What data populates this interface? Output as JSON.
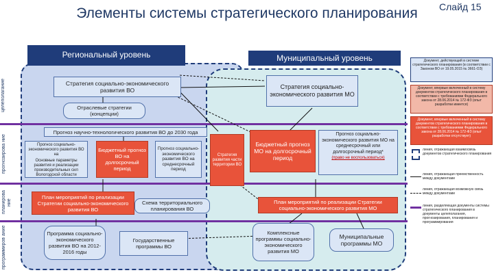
{
  "slide_label": "Слайд 15",
  "title": "Элементы системы стратегического планирования",
  "regional_header": "Региональный уровень",
  "municipal_header": "Муниципальный уровень",
  "row_labels": {
    "goal": "целеполагание",
    "forecast": "прогнозирова ние",
    "planning": "планирова ние",
    "programming": "программиров ание"
  },
  "boxes": {
    "reg_strategy": "Стратегия социально-экономического развития ВО",
    "sector_strategies": "Отраслевые стратегии (концепции)",
    "sci_tech_forecast": "Прогноз научно-технологического развития ВО до 2030 года",
    "reg_forecast_short": "Прогноз социально-экономического развития ВО на",
    "reg_forecast_short_note": "Основные параметры развития и реализации производительных сил Вологодской области",
    "reg_budget_forecast": "Бюджетный прогноз ВО на долгосрочный период",
    "reg_forecast_mid": "Прогноз социально-экономического развития ВО на среднесрочный период",
    "territory_strategy": "Стратегия развития части территории ВО",
    "mo_strategy": "Стратегия социально-экономического развития МО",
    "mo_budget_forecast": "Бюджетный прогноз МО на долгосрочный период",
    "mo_forecast_title": "Прогноз социально-",
    "mo_forecast_body": "экономического развития МО на среднесрочный или долгосрочный период*",
    "mo_forecast_note": "(право не воспользоваться)",
    "reg_action_plan": "План мероприятий по реализации Стратегии социально-экономического развития ВО",
    "territorial_scheme": "Схема территориального планирования ВО",
    "mo_action_plan": "План мероприятий по реализации Стратегии социально-экономического развития МО",
    "reg_program_2012": "Программа социально-экономического развития ВО на 2012-2016 годы",
    "state_programs": "Государственные программы ВО",
    "complex_programs": "Комплексные программы социально-экономического развития МО",
    "mun_programs": "Муниципальные программы МО"
  },
  "legend": {
    "doc_valid": "Документ, действующий в системе стратегического планирования (в соответствии с Законом ВО от 19.05.2015 № 3661-ОЗ)",
    "doc_red_1": "Документ, впервые включенный в систему документов стратегического планирования в соответствии с требованиями Федерального закона от 28.06.2014 № 172-ФЗ (опыт разработки имеется)",
    "doc_red_2": "Документ, впервые включенный в систему документов стратегического планирования в соответствии с требованиями Федерального закона от 28.06.2014 № 172-ФЗ (опыт разработки отсутствует)",
    "line_contour": "линия, отражающая взаимосвязь документов стратегического планирования",
    "line_link": "линия, отражающая преемственность между документами",
    "line_dashed": "линия, отражающая возможную связь между документами",
    "line_purple": "линия, разделяющая документы системы стратегического планирования в документы целеполагания, прогнозирования, планирования и программирования"
  },
  "colors": {
    "header_blue": "#1f3c7a",
    "regional_panel": "#c9d6ef",
    "municipal_panel": "#d6ecee",
    "red_box": "#e8533a",
    "divider": "#7030a0"
  }
}
